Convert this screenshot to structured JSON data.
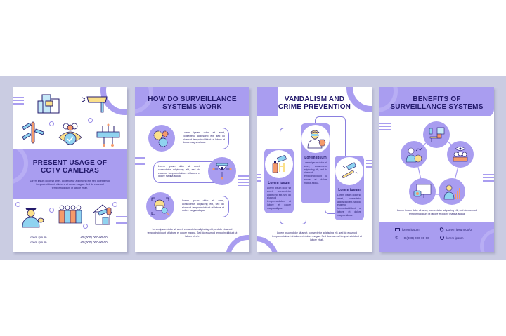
{
  "colors": {
    "background_band": "#cacce2",
    "accent_purple": "#a99df0",
    "light_purple": "#c9c1f7",
    "title_navy": "#231a6b",
    "orange": "#f59a6a",
    "blue": "#8fd3f0",
    "yellow": "#fbe08a"
  },
  "cards": [
    {
      "title": "PRESENT USAGE OF CCTV CAMERAS",
      "title_line1": "PRESENT USAGE OF",
      "title_line2": "CCTV CAMERAS",
      "body": "Lorem ipsum dolor sit amet, consectetur adipiscing elit, sed do eiusmod temporincididunt ut labore et dolore magna. Sed do eiusmod temporincididunt ut labore etrah.",
      "icons_top": [
        "office-buildings-icon",
        "cctv-camera-icon",
        "wall-cameras-icon",
        "verified-crowd-icon",
        "network-device-icon"
      ],
      "icons_bottom": [
        "security-guard-icon",
        "crowd-icon",
        "smart-home-icon"
      ],
      "contacts": [
        {
          "label": "lorem ipsum",
          "phone": "+0 (000) 000-00-00"
        },
        {
          "label": "lorem ipsum",
          "phone": "+0 (000) 000-00-00"
        }
      ]
    },
    {
      "title_line1": "HOW DO SURVEILLANCE",
      "title_line2": "SYSTEMS WORK",
      "items": [
        {
          "icon": "gears-icon",
          "text": "Lorem ipsum dolor sit amet, consectetur adipiscing elit, sed do eiusmod temporincididunt ut labore et dolore magna aliqua."
        },
        {
          "icon": "dome-camera-network-icon",
          "text": "Lorem ipsum dolor sit amet, consectetur adipiscing elit, sed do eiusmod temporincididunt ut labore et dolore magna aliqua."
        },
        {
          "icon": "face-recognition-icon",
          "text": "Lorem ipsum dolor sit amet, consectetur adipiscing elit, sed do eiusmod temporincididunt ut labore et dolore magna aliqua."
        }
      ],
      "footer": "Lorem ipsum dolor sit amet, consectetur adipiscing elit, sed do eiusmod temporincididunt ut labore et dolore magna. Sed do eiusmod temporincididunt ut labore etrah."
    },
    {
      "title_line1": "VANDALISM AND",
      "title_line2": "CRIME PREVENTION",
      "columns": [
        {
          "icon": "graffiti-spray-icon",
          "heading": "Lorem ipsum",
          "text": "Lorem ipsum dolor sit amet, consectetur adipiscing elit, sed do eiusmod temporincididunt ut labore et dolore magna aliqua."
        },
        {
          "icon": "hooligan-stop-icon",
          "heading": "Lorem ipsum",
          "text": "Lorem ipsum dolor sit amet, consectetur adipiscing elit, sed do eiusmod temporincididunt ut labore et dolore magna aliqua."
        },
        {
          "icon": "broken-camera-bat-icon",
          "heading": "Lorem ipsum",
          "text": "Lorem ipsum dolor sit amet, consectetur adipiscing elit, sed do eiusmod temporincididunt ut labore et dolore magna aliqua."
        }
      ],
      "footer": "Lorem ipsum dolor sit amet, consectetur adipiscing elit, sed do eiusmod temporincididunt ut labore et dolore magna. Sed do eiusmod temporincididunt ut labore etrah."
    },
    {
      "title_line1": "BENEFITS OF",
      "title_line2": "SURVEILLANCE SYSTEMS",
      "icons": [
        "remote-office-icon",
        "business-growth-icon",
        "watched-team-icon",
        "monitor-camera-icon",
        "manager-chart-icon"
      ],
      "body": "Lorem ipsum dolor sit amet, consectetur adipiscing elit, sed do eiusmod temporincididunt ut labore et dolore magna aliqua.",
      "contacts": [
        {
          "icon": "mail-icon",
          "text": "lorem ipsum"
        },
        {
          "icon": "location-pin-icon",
          "text": "Lorem ipsum 00/0"
        },
        {
          "icon": "phone-icon",
          "text": "+0 (000) 000-00-00"
        },
        {
          "icon": "globe-icon",
          "text": "lorem ipsum"
        }
      ]
    }
  ]
}
